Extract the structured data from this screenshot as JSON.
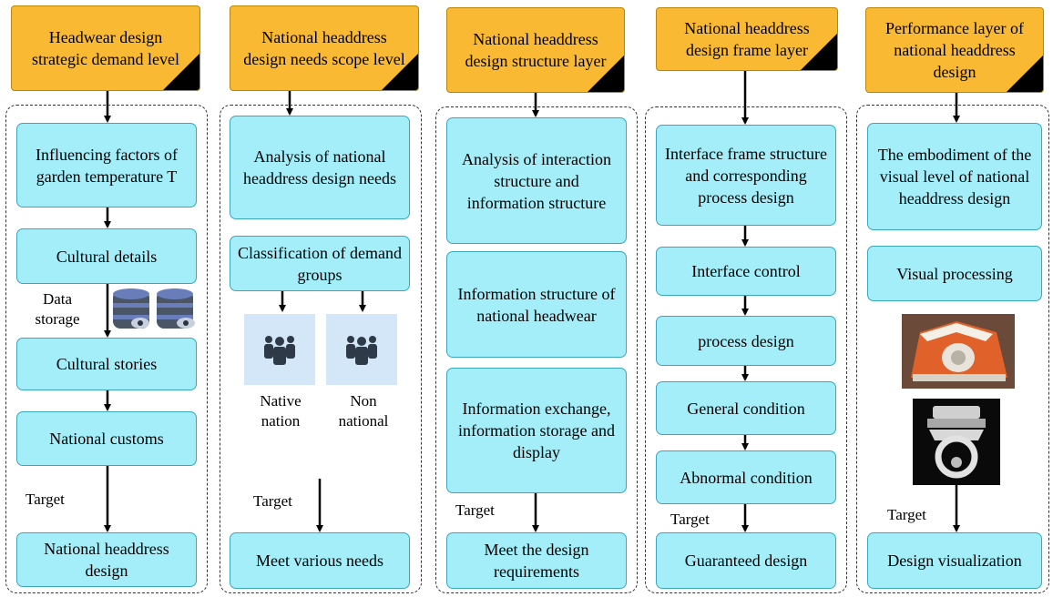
{
  "columns": [
    {
      "header": "Headwear design strategic demand level",
      "boxes": [
        "Influencing factors of garden temperature T",
        "Cultural details",
        "Cultural stories",
        "National customs",
        "National headdress design"
      ],
      "side_label": "Data storage",
      "target_label": "Target"
    },
    {
      "header": "National headdress design needs scope level",
      "boxes": [
        "Analysis of national headdress design needs",
        "Classification of demand groups",
        "Meet various needs"
      ],
      "group_labels": [
        "Native nation",
        "Non national"
      ],
      "target_label": "Target"
    },
    {
      "header": "National headdress design structure layer",
      "boxes": [
        "Analysis of interaction structure and information structure",
        "Information structure of national headwear",
        "Information exchange, information storage and display",
        "Meet the design requirements"
      ],
      "target_label": "Target"
    },
    {
      "header": "National headdress design frame layer",
      "boxes": [
        "Interface frame structure and corresponding process design",
        "Interface control",
        "process design",
        "General condition",
        "Abnormal condition",
        "Guaranteed design"
      ],
      "target_label": "Target"
    },
    {
      "header": "Performance layer of national headdress design",
      "boxes": [
        "The embodiment of the visual level of national headdress design",
        "Visual processing",
        "Design visualization"
      ],
      "target_label": "Target"
    }
  ],
  "colors": {
    "header_fill": "#f9b933",
    "box_fill": "#a3eef9",
    "box_border": "#3aa6c0",
    "people_bg": "#d4e7f9"
  },
  "icons": [
    "database-view-icon",
    "people-group-icon",
    "headdress-photo-orange",
    "headdress-photo-silver"
  ]
}
